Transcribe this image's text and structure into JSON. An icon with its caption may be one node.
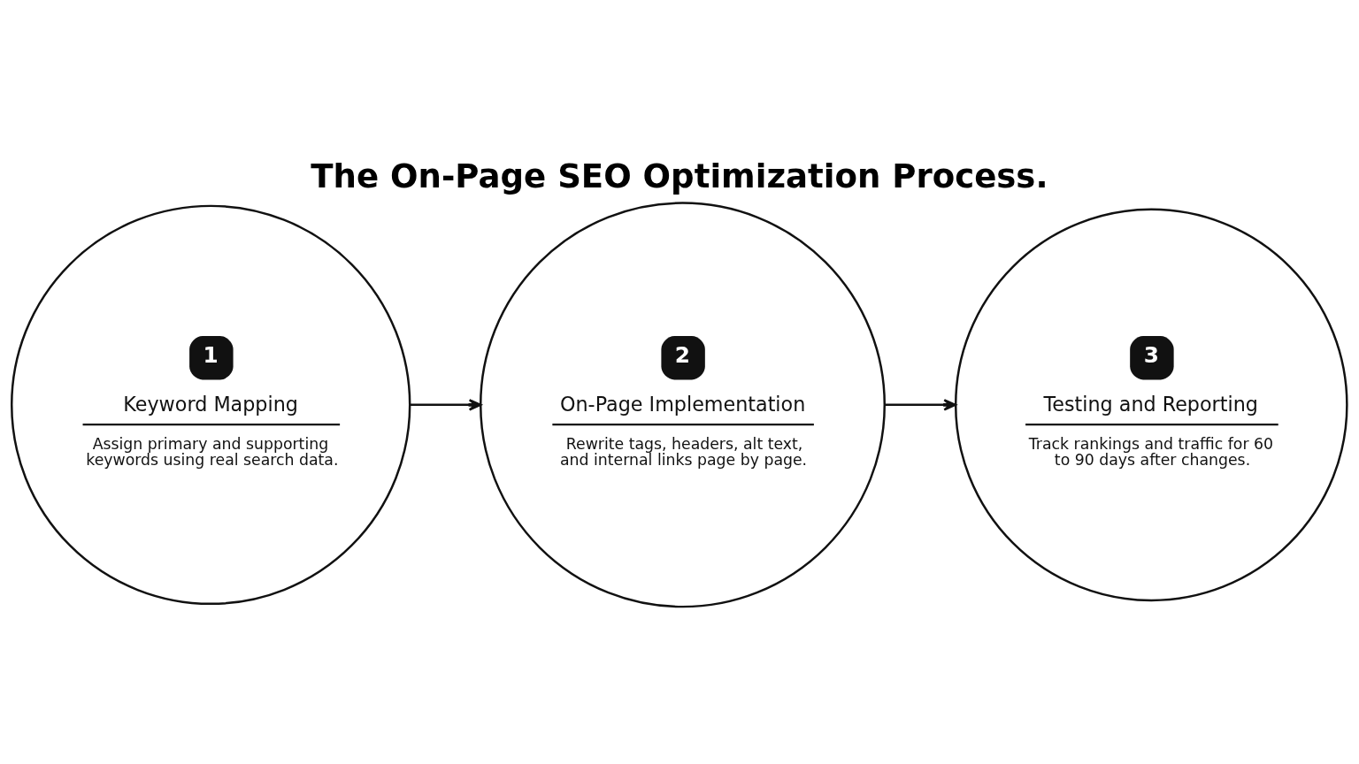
{
  "diagram": {
    "title": "The On-Page SEO Optimization Process.",
    "nodes": [
      {
        "text": [
          "1",
          "Keyword Mapping",
          "Assign primary and supporting keywords using real search data."
        ]
      },
      {
        "text": [
          "2",
          "On-Page Implementation",
          "Rewrite tags, headers, alt text, and internal links page by page."
        ]
      },
      {
        "text": [
          "3",
          "Testing and Reporting",
          "Track rankings and traffic for 60 to 90 days after changes."
        ]
      }
    ],
    "edges": [
      {
        "from": 0,
        "to": 1,
        "arrow": "to"
      },
      {
        "from": 1,
        "to": 2,
        "arrow": "to"
      }
    ]
  }
}
